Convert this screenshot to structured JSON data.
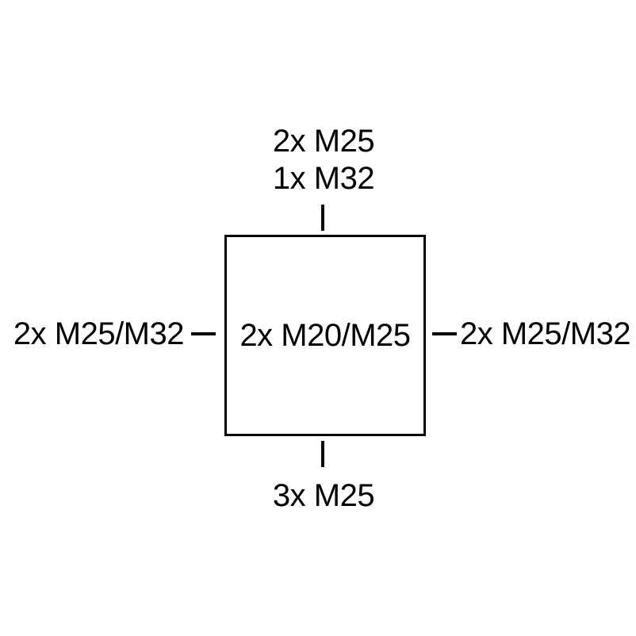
{
  "diagram": {
    "title": "cable-entry-diagram",
    "labels": {
      "top_line1": "2x M25",
      "top_line2": "1x M32",
      "left": "2x M25/M32",
      "right": "2x M25/M32",
      "bottom": "3x M25",
      "center": "2x M20/M25"
    },
    "colors": {
      "line": "#000000",
      "background": "#ffffff",
      "text": "#000000"
    }
  }
}
